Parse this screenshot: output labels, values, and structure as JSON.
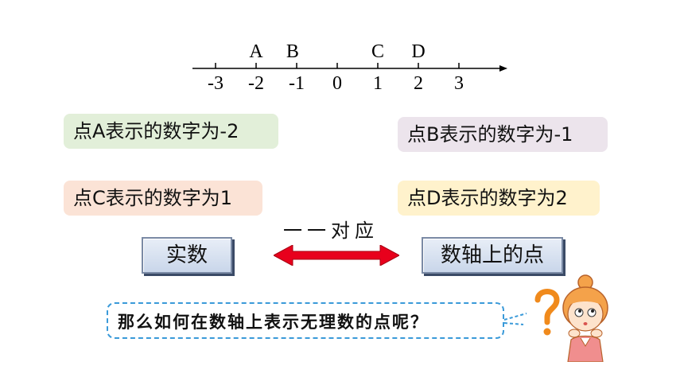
{
  "number_line": {
    "ticks": [
      "-3",
      "-2",
      "-1",
      "0",
      "1",
      "2",
      "3"
    ],
    "points": [
      {
        "label": "A",
        "value": -2
      },
      {
        "label": "B",
        "value": -1.1
      },
      {
        "label": "C",
        "value": 1
      },
      {
        "label": "D",
        "value": 2
      }
    ]
  },
  "statements": {
    "a": "点A表示的数字为-2",
    "b": "点B表示的数字为-1",
    "c": "点C表示的数字为1",
    "d": "点D表示的数字为2"
  },
  "boxes": {
    "left": "实数",
    "right": "数轴上的点"
  },
  "correspondence_label": "一一对应",
  "question": "那么如何在数轴上表示无理数的点呢？",
  "colors": {
    "arrow": "#e8001c",
    "bubble_border": "#3a9ad9",
    "stmt_a_bg": "#e2efd9",
    "stmt_b_bg": "#ece4ec",
    "stmt_c_bg": "#fbe3d6",
    "stmt_d_bg": "#fff2cc"
  },
  "icons": [
    "question-mark-icon",
    "thinking-girl-icon"
  ]
}
